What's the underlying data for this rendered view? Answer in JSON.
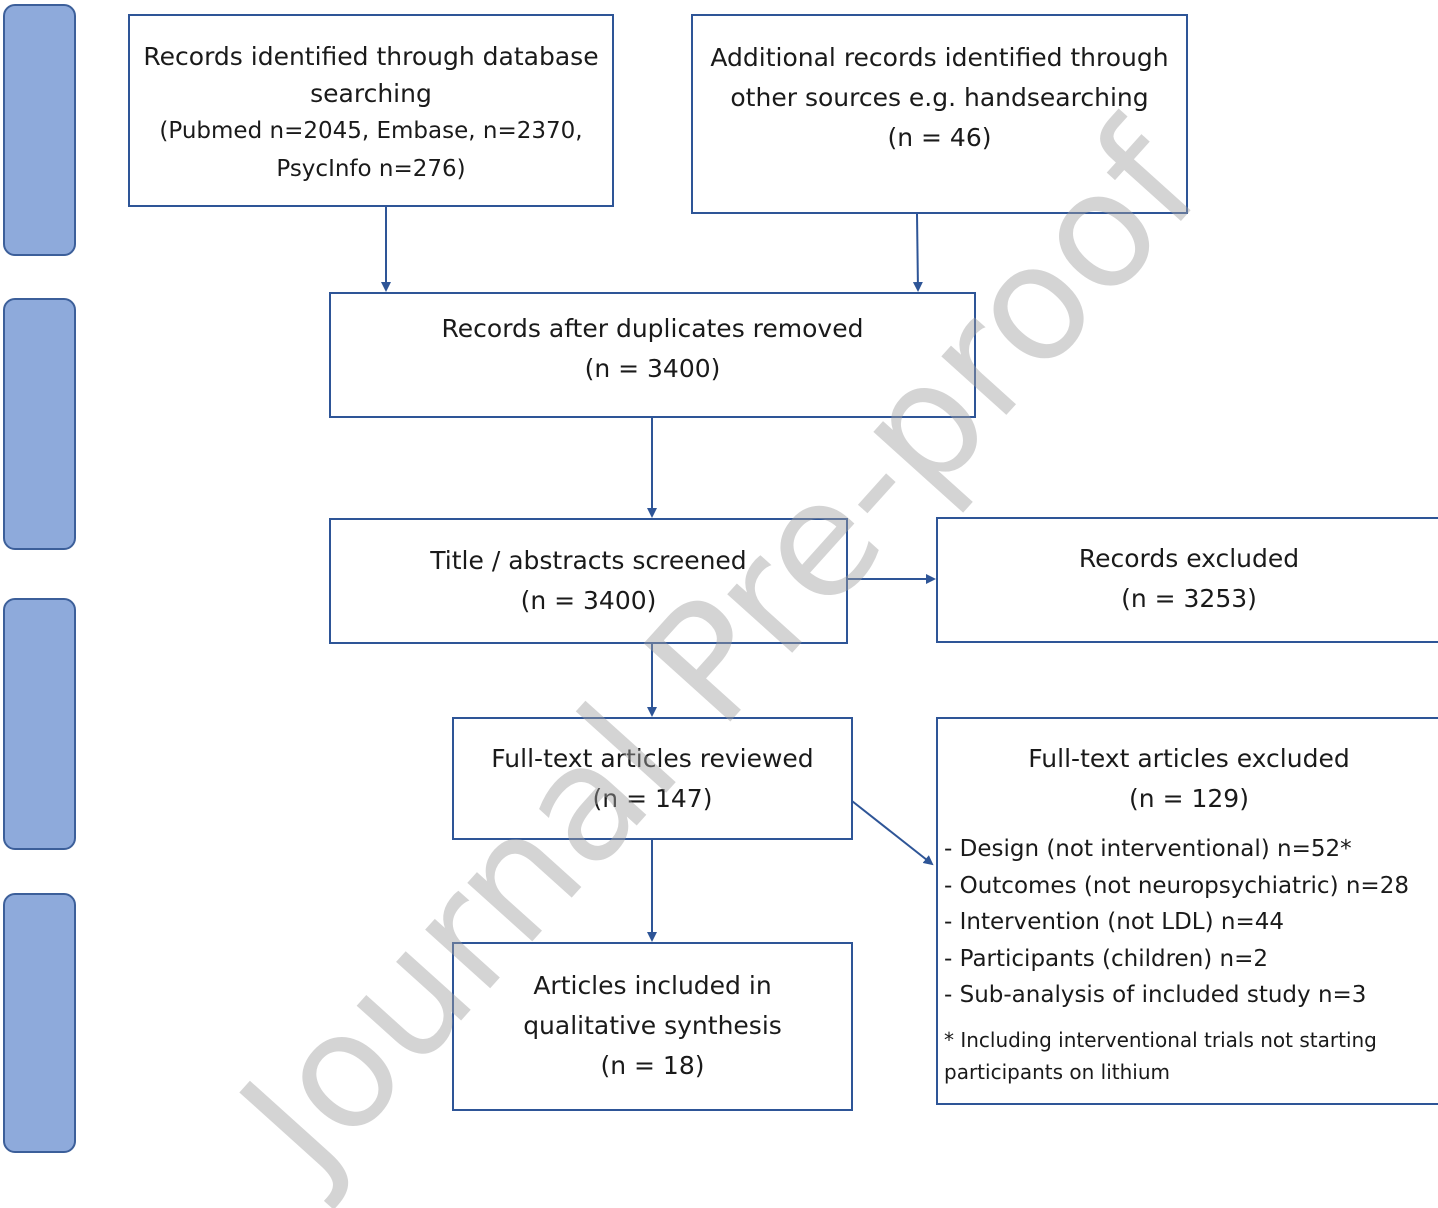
{
  "boxes": {
    "database_search": {
      "lines": [
        "Records identified through database",
        "searching",
        "(Pubmed n=2045, Embase, n=2370,",
        "PsycInfo n=276)"
      ]
    },
    "other_sources": {
      "lines": [
        "Additional records identified through",
        "other sources e.g. handsearching",
        "(n = 46)"
      ]
    },
    "duplicates_removed": {
      "lines": [
        "Records after duplicates removed",
        "(n = 3400)"
      ]
    },
    "screened": {
      "lines": [
        "Title / abstracts screened",
        "(n = 3400)"
      ]
    },
    "records_excluded": {
      "lines": [
        "Records excluded",
        "(n = 3253)"
      ]
    },
    "fulltext_reviewed": {
      "lines": [
        "Full-text articles reviewed",
        "(n = 147)"
      ]
    },
    "fulltext_excluded": {
      "lines": [
        "Full-text articles excluded",
        "(n = 129)"
      ],
      "reasons": [
        "- Design (not interventional) n=52*",
        "- Outcomes (not neuropsychiatric) n=28",
        "- Intervention (not LDL) n=44",
        "- Participants (children) n=2",
        "- Sub-analysis of included study n=3"
      ],
      "footnote": [
        "* Including interventional trials not starting",
        "participants on lithium"
      ]
    },
    "included": {
      "lines": [
        "Articles included in",
        "qualitative synthesis",
        "(n = 18)"
      ]
    }
  },
  "watermark": "Journal Pre-proof",
  "colors": {
    "box_border": "#2e5597",
    "arrow": "#2e5597",
    "stage_fill": "#8eaadb",
    "stage_border": "#3c5f9a",
    "watermark": "#a0a0a0"
  }
}
